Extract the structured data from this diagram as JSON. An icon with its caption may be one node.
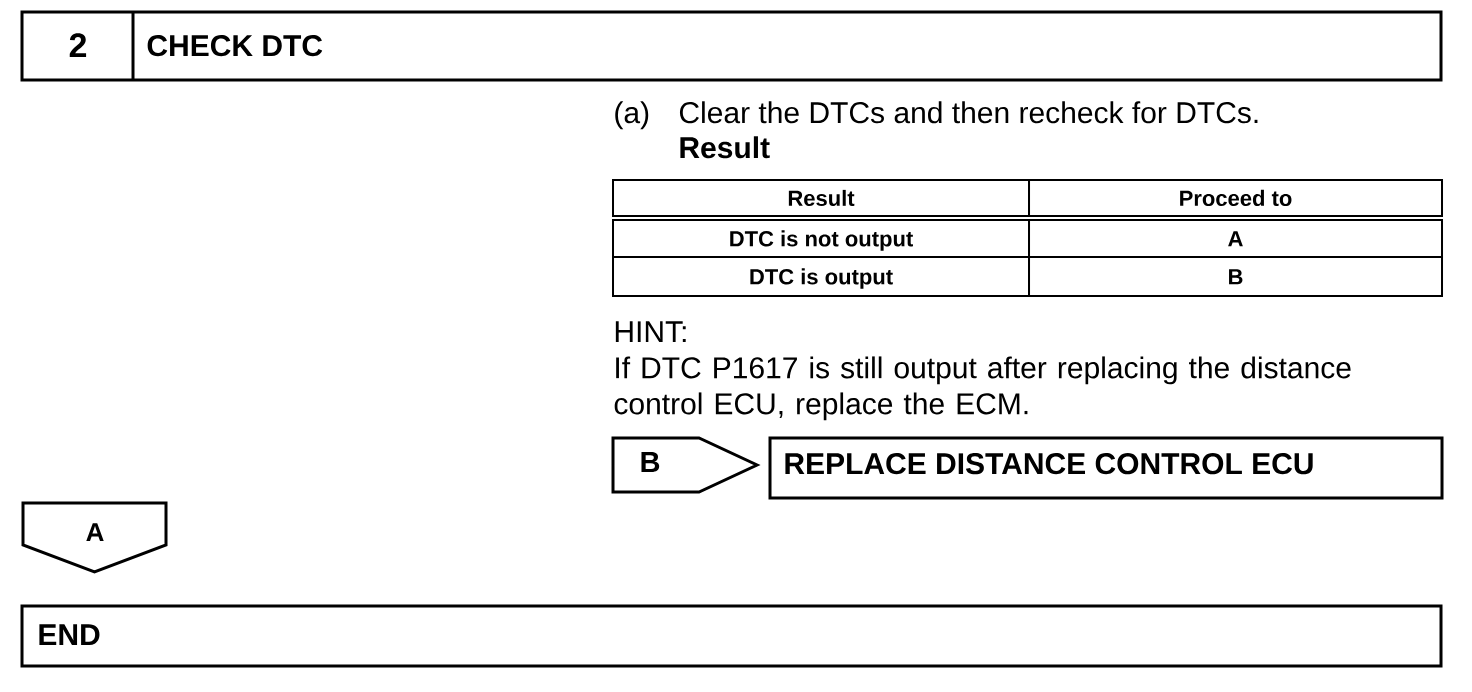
{
  "diagram": {
    "nodes": [
      {
        "text": [
          "2",
          "CHECK DTC"
        ]
      },
      {
        "text": [
          "B"
        ]
      },
      {
        "text": [
          "REPLACE DISTANCE CONTROL ECU"
        ]
      },
      {
        "text": [
          "A"
        ]
      },
      {
        "text": [
          "END"
        ]
      }
    ],
    "labels": [
      "(a)",
      "Clear the DTCs and then recheck for DTCs.",
      "Result",
      "Result",
      "Proceed to",
      "DTC is not output",
      "A",
      "DTC is output",
      "B",
      "HINT:",
      "If DTC P1617 is still output after replacing the distance control ECU, replace the ECM."
    ]
  }
}
